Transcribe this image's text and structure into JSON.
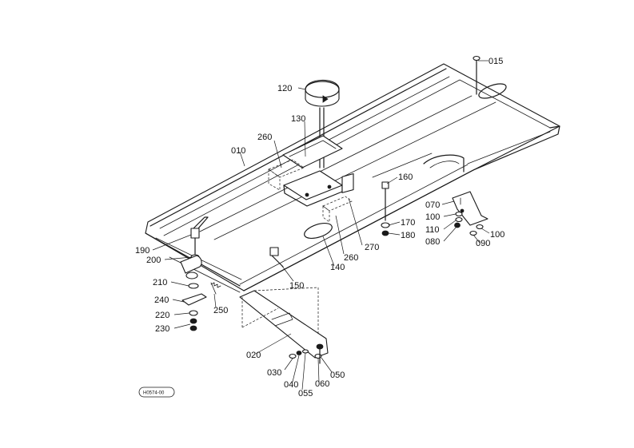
{
  "diagram": {
    "reference_code": "H0574-00",
    "parts": [
      {
        "id": "p015",
        "label": "015"
      },
      {
        "id": "p120",
        "label": "120"
      },
      {
        "id": "p130",
        "label": "130"
      },
      {
        "id": "p260a",
        "label": "260"
      },
      {
        "id": "p010",
        "label": "010"
      },
      {
        "id": "p160",
        "label": "160"
      },
      {
        "id": "p070",
        "label": "070"
      },
      {
        "id": "p100a",
        "label": "100"
      },
      {
        "id": "p110",
        "label": "110"
      },
      {
        "id": "p100b",
        "label": "100"
      },
      {
        "id": "p080",
        "label": "080"
      },
      {
        "id": "p090",
        "label": "090"
      },
      {
        "id": "p170",
        "label": "170"
      },
      {
        "id": "p180",
        "label": "180"
      },
      {
        "id": "p270",
        "label": "270"
      },
      {
        "id": "p260b",
        "label": "260"
      },
      {
        "id": "p140",
        "label": "140"
      },
      {
        "id": "p150",
        "label": "150"
      },
      {
        "id": "p190",
        "label": "190"
      },
      {
        "id": "p200",
        "label": "200"
      },
      {
        "id": "p210",
        "label": "210"
      },
      {
        "id": "p240",
        "label": "240"
      },
      {
        "id": "p250",
        "label": "250"
      },
      {
        "id": "p220",
        "label": "220"
      },
      {
        "id": "p230",
        "label": "230"
      },
      {
        "id": "p020",
        "label": "020"
      },
      {
        "id": "p030",
        "label": "030"
      },
      {
        "id": "p040",
        "label": "040"
      },
      {
        "id": "p055",
        "label": "055"
      },
      {
        "id": "p060",
        "label": "060"
      },
      {
        "id": "p050",
        "label": "050"
      }
    ]
  }
}
